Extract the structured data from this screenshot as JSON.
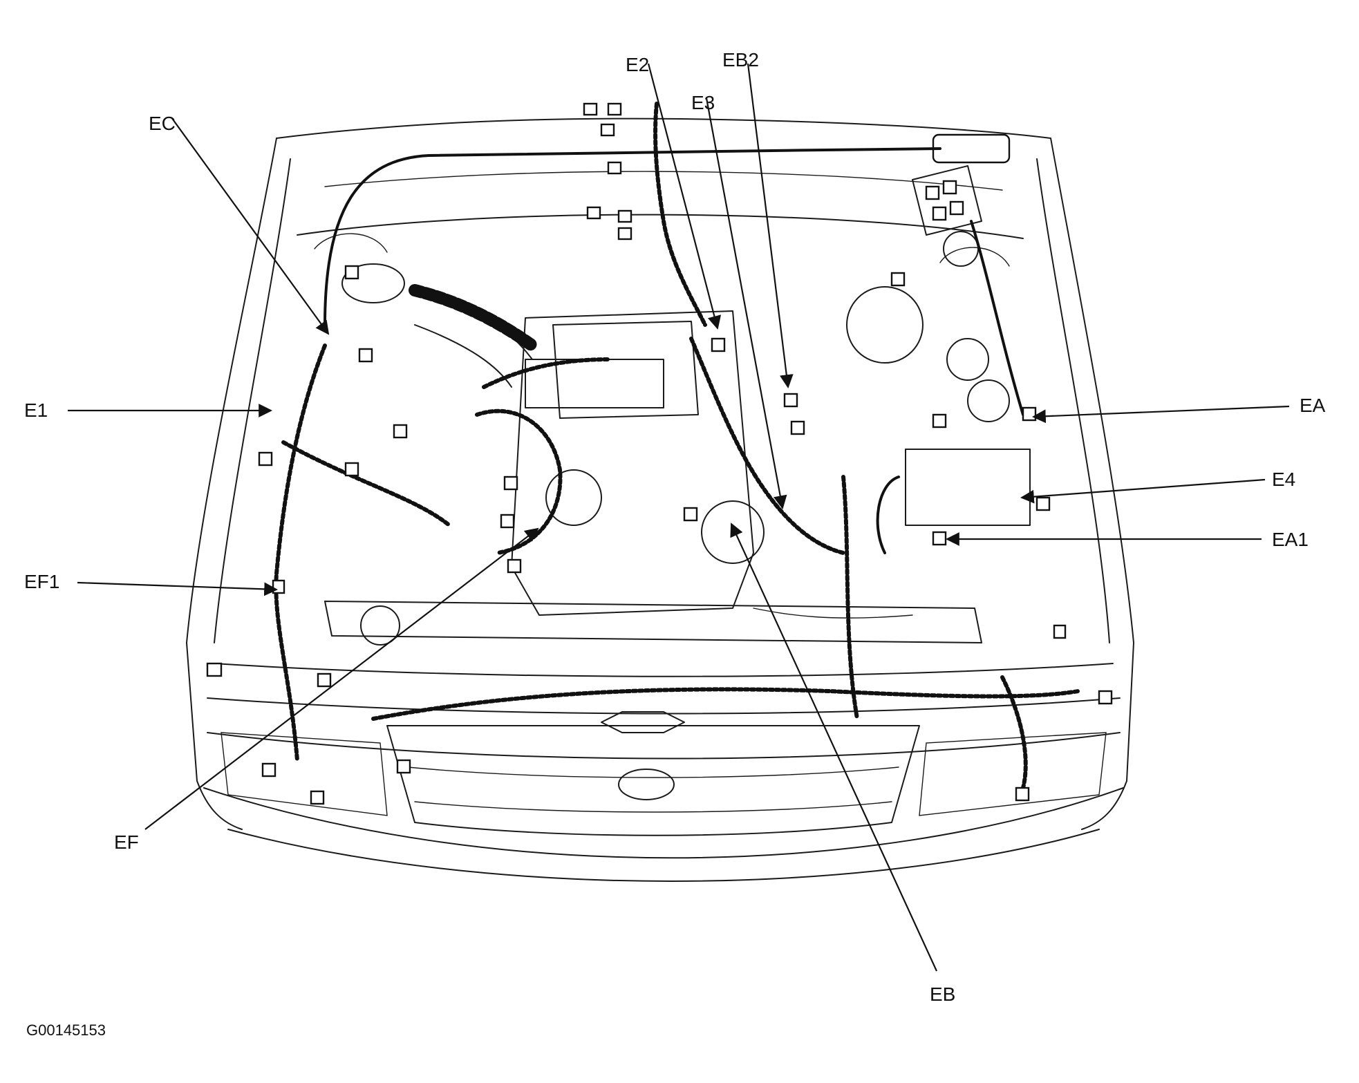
{
  "figure_id": "G00145153",
  "callouts": {
    "e2": "E2",
    "eb2": "EB2",
    "e3": "E3",
    "ec": "EC",
    "e1": "E1",
    "ea": "EA",
    "e4": "E4",
    "ea1": "EA1",
    "ef1": "EF1",
    "ef": "EF",
    "eb": "EB"
  }
}
